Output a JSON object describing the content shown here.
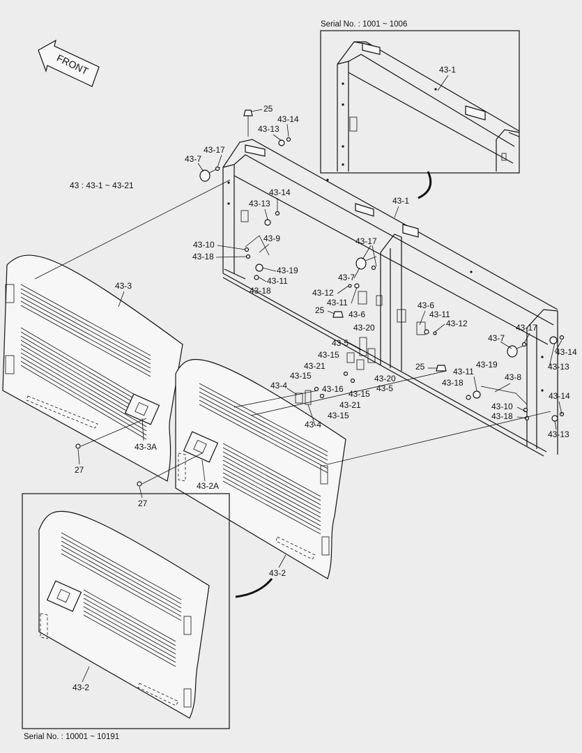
{
  "serial_top": "Serial No. : 1001 ~ 1006",
  "serial_bottom": "Serial No. : 10001 ~ 10191",
  "front_label": "FRONT",
  "range_note": "43 : 43-1 ~ 43-21",
  "callouts": {
    "c25a": "25",
    "c43_14a": "43-14",
    "c43_13a": "43-13",
    "c43_17a": "43-17",
    "c43_7a": "43-7",
    "c43_1_inset": "43-1",
    "c43_1": "43-1",
    "c43_14b": "43-14",
    "c43_13b": "43-13",
    "c43_10a": "43-10",
    "c43_9": "43-9",
    "c43_18a": "43-18",
    "c43_19a": "43-19",
    "c43_11a": "43-11",
    "c43_18b": "43-18",
    "c43_3": "43-3",
    "c43_17b": "43-17",
    "c43_7b": "43-7",
    "c43_12a": "43-12",
    "c43_11b": "43-11",
    "c25b": "25",
    "c43_6a": "43-6",
    "c43_6b": "43-6",
    "c43_11c": "43-11",
    "c43_12b": "43-12",
    "c43_20a": "43-20",
    "c43_5a": "43-5",
    "c43_15a": "43-15",
    "c43_21a": "43-21",
    "c43_4a": "43-4",
    "c43_15b": "43-15",
    "c43_16": "43-16",
    "c43_20b": "43-20",
    "c43_5b": "43-5",
    "c43_15c": "43-15",
    "c43_21b": "43-21",
    "c43_15d": "43-15",
    "c43_4b": "43-4",
    "c43_17c": "43-17",
    "c43_7c": "43-7",
    "c43_14c": "43-14",
    "c43_13c": "43-13",
    "c25c": "25",
    "c43_11d": "43-11",
    "c43_19b": "43-19",
    "c43_18c": "43-18",
    "c43_8": "43-8",
    "c43_10b": "43-10",
    "c43_18d": "43-18",
    "c43_14d": "43-14",
    "c43_13d": "43-13",
    "c43_3A": "43-3A",
    "c27a": "27",
    "c43_2A": "43-2A",
    "c27b": "27",
    "c43_2a": "43-2",
    "c43_2b": "43-2"
  }
}
